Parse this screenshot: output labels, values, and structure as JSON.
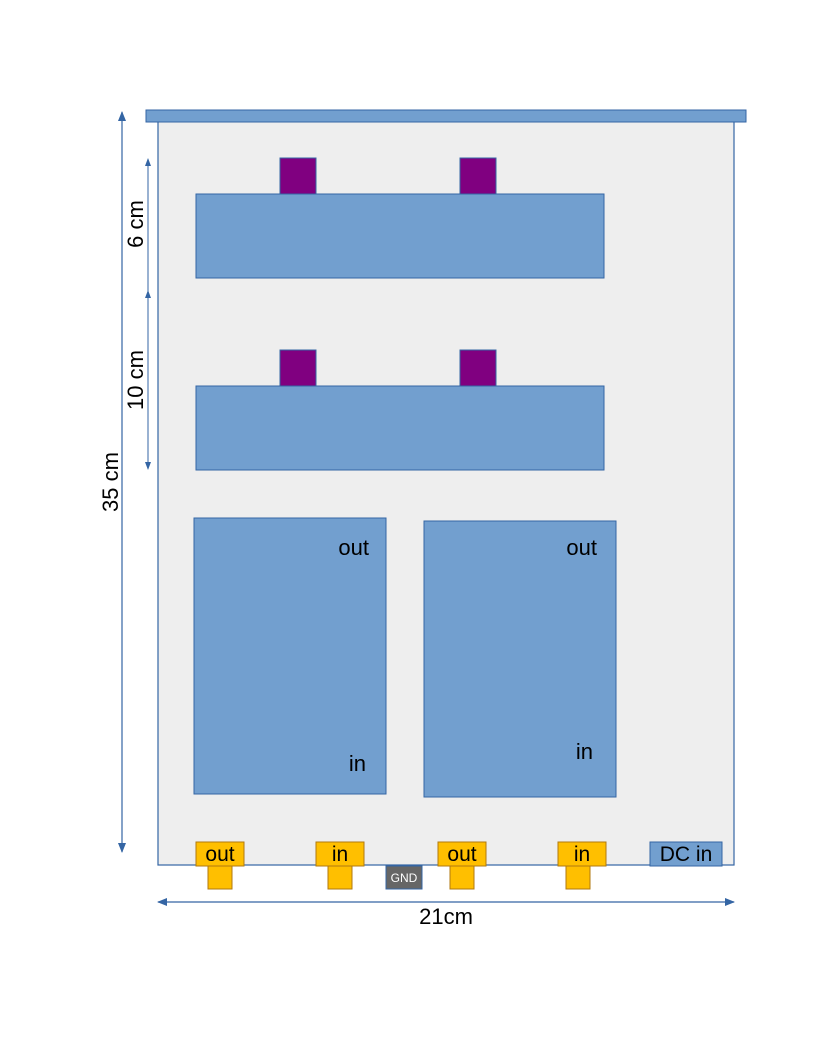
{
  "colors": {
    "enclosure_fill": "#eeeeee",
    "enclosure_stroke": "#3465a4",
    "board_fill": "#729fcf",
    "board_stroke": "#3465a4",
    "heatsink_fill": "#800080",
    "connector_fill": "#ffbf00",
    "connector_stroke": "#b07a10",
    "gnd_fill": "#666666",
    "dimension_line": "#3465a4"
  },
  "dimensions": {
    "height_total": "35 cm",
    "height_top_section": "6 cm",
    "height_middle_section": "10 cm",
    "width_total": "21cm"
  },
  "modules": [
    {
      "out_label": "out",
      "in_label": "in"
    },
    {
      "out_label": "out",
      "in_label": "in"
    }
  ],
  "connectors": {
    "c1": "out",
    "c2": "in",
    "c3": "out",
    "c4": "in",
    "gnd": "GND",
    "dc_in": "DC in"
  }
}
